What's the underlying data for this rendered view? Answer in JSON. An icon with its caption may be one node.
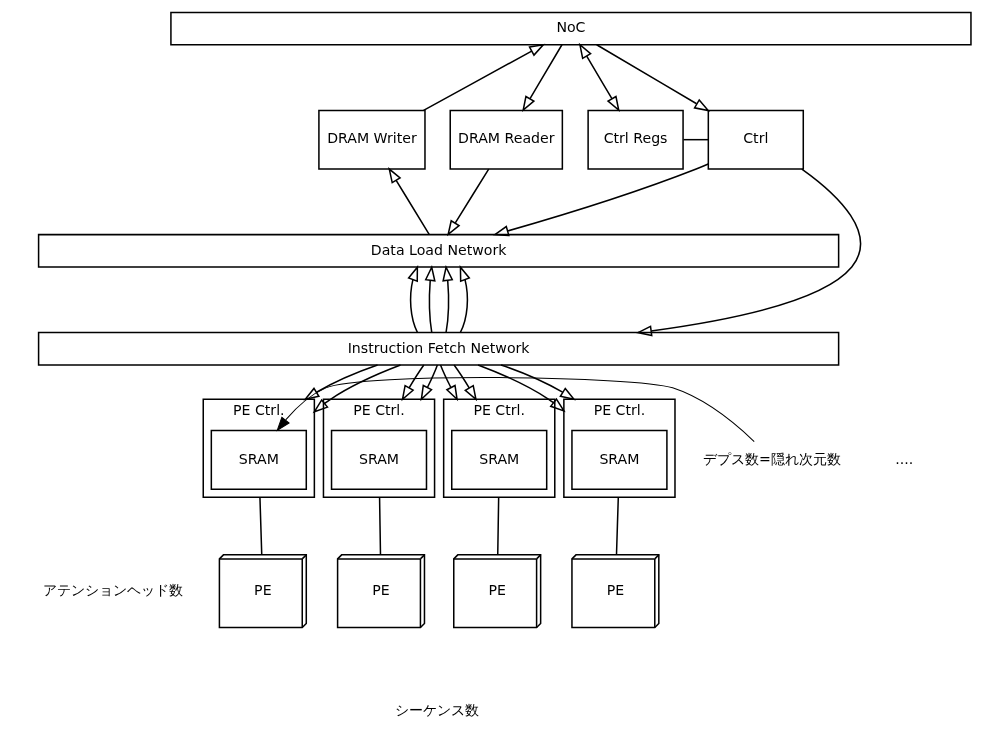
{
  "diagram": {
    "nodes": [
      {
        "text": [
          "NoC"
        ]
      },
      {
        "text": [
          "DRAM Writer"
        ]
      },
      {
        "text": [
          "DRAM Reader"
        ]
      },
      {
        "text": [
          "Ctrl Regs"
        ]
      },
      {
        "text": [
          "Ctrl"
        ]
      },
      {
        "text": [
          "Data Load Network"
        ]
      },
      {
        "text": [
          "Instruction Fetch Network"
        ]
      },
      {
        "text": [
          "PE Ctrl."
        ]
      },
      {
        "text": [
          "SRAM"
        ],
        "in": 7
      },
      {
        "text": [
          "PE"
        ]
      },
      {
        "text": [
          "PE Ctrl."
        ]
      },
      {
        "text": [
          "SRAM"
        ],
        "in": 10
      },
      {
        "text": [
          "PE"
        ]
      },
      {
        "text": [
          "PE Ctrl."
        ]
      },
      {
        "text": [
          "SRAM"
        ],
        "in": 13
      },
      {
        "text": [
          "PE"
        ]
      },
      {
        "text": [
          "PE Ctrl."
        ]
      },
      {
        "text": [
          "SRAM"
        ],
        "in": 16
      },
      {
        "text": [
          "PE"
        ]
      },
      {
        "text": [
          "デプス数=隠れ次元数"
        ]
      }
    ],
    "edges": [
      {
        "from": 1,
        "to": 0,
        "arrow": "to"
      },
      {
        "from": 0,
        "to": 2,
        "arrow": "to"
      },
      {
        "from": 0,
        "to": 3,
        "arrow": "both"
      },
      {
        "from": 0,
        "to": 4,
        "arrow": "to"
      },
      {
        "from": 3,
        "to": 4,
        "arrow": "none"
      },
      {
        "from": 5,
        "to": 1,
        "arrow": "to"
      },
      {
        "from": 2,
        "to": 5,
        "arrow": "to"
      },
      {
        "from": 4,
        "to": 5,
        "arrow": "to"
      },
      {
        "from": 4,
        "to": 6,
        "arrow": "to"
      },
      {
        "from": 6,
        "to": 5,
        "arrow": "to"
      },
      {
        "from": 6,
        "to": 5,
        "arrow": "to"
      },
      {
        "from": 6,
        "to": 5,
        "arrow": "to"
      },
      {
        "from": 6,
        "to": 5,
        "arrow": "to"
      },
      {
        "from": 6,
        "to": 7,
        "arrow": "to"
      },
      {
        "from": 6,
        "to": 7,
        "arrow": "to"
      },
      {
        "from": 6,
        "to": 10,
        "arrow": "to"
      },
      {
        "from": 6,
        "to": 10,
        "arrow": "to"
      },
      {
        "from": 6,
        "to": 13,
        "arrow": "to"
      },
      {
        "from": 6,
        "to": 13,
        "arrow": "to"
      },
      {
        "from": 6,
        "to": 16,
        "arrow": "to"
      },
      {
        "from": 6,
        "to": 16,
        "arrow": "to"
      },
      {
        "from": 7,
        "to": 9,
        "arrow": "none"
      },
      {
        "from": 10,
        "to": 12,
        "arrow": "none"
      },
      {
        "from": 13,
        "to": 15,
        "arrow": "none"
      },
      {
        "from": 16,
        "to": 18,
        "arrow": "none"
      },
      {
        "from": 19,
        "to": 8,
        "arrow": "to"
      }
    ],
    "labels": [
      "アテンションヘッド数",
      "....",
      "シーケンス数"
    ]
  }
}
